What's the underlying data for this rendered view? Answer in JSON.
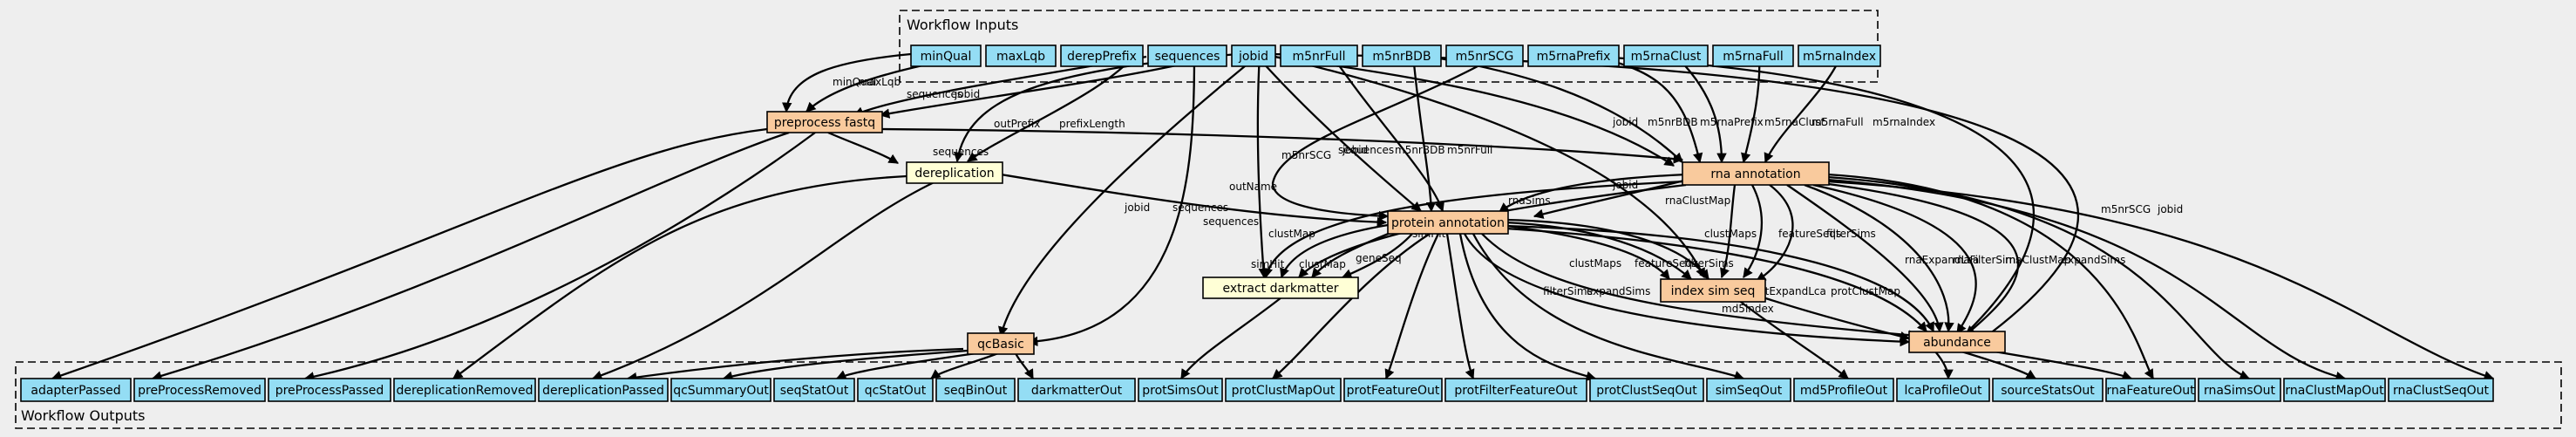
{
  "clusters": {
    "inputs_title": "Workflow Inputs",
    "outputs_title": "Workflow Outputs"
  },
  "colors": {
    "io": "#94ddf4",
    "step": "#f9ca9d",
    "tool": "#ffffd6",
    "background": "#eeeeee"
  },
  "inputs": [
    "minQual",
    "maxLqb",
    "derepPrefix",
    "sequences",
    "jobid",
    "m5nrFull",
    "m5nrBDB",
    "m5nrSCG",
    "m5rnaPrefix",
    "m5rnaClust",
    "m5rnaFull",
    "m5rnaIndex"
  ],
  "steps": [
    "preprocess fastq",
    "dereplication",
    "rna annotation",
    "protein annotation",
    "extract darkmatter",
    "index sim seq",
    "qcBasic",
    "abundance"
  ],
  "outputs": [
    "adapterPassed",
    "preProcessRemoved",
    "preProcessPassed",
    "dereplicationRemoved",
    "dereplicationPassed",
    "qcSummaryOut",
    "seqStatOut",
    "qcStatOut",
    "seqBinOut",
    "darkmatterOut",
    "protSimsOut",
    "protClustMapOut",
    "protFeatureOut",
    "protFilterFeatureOut",
    "protClustSeqOut",
    "simSeqOut",
    "md5ProfileOut",
    "lcaProfileOut",
    "sourceStatsOut",
    "rnaFeatureOut",
    "rnaSimsOut",
    "rnaClustMapOut",
    "rnaClustSeqOut"
  ],
  "edge_labels": [
    "minQual",
    "maxLqb",
    "sequences",
    "jobid",
    "outPrefix",
    "prefixLength",
    "sequences",
    "sequences",
    "jobid",
    "m5nrBDB",
    "m5rnaPrefix",
    "m5rnaClust",
    "m5rnaFull",
    "m5rnaIndex",
    "m5nrSCG",
    "sequences",
    "outName",
    "jobid",
    "m5nrBDB",
    "m5nrFull",
    "jobid",
    "rnaSims",
    "rnaClustMap",
    "clustMap",
    "simHit",
    "simHit",
    "clustMap",
    "geneSeq",
    "clustMaps",
    "featureSeqs",
    "filterSims",
    "clustMaps",
    "featureSeqs",
    "filterSims",
    "expandSims",
    "protExpandLca",
    "protClustMap",
    "filterSims",
    "rnaExpandLca",
    "rnaFilterSims",
    "rnaClustMap",
    "expandSims",
    "md5index",
    "m5nrSCG",
    "jobid",
    "jobid",
    "sequences"
  ]
}
